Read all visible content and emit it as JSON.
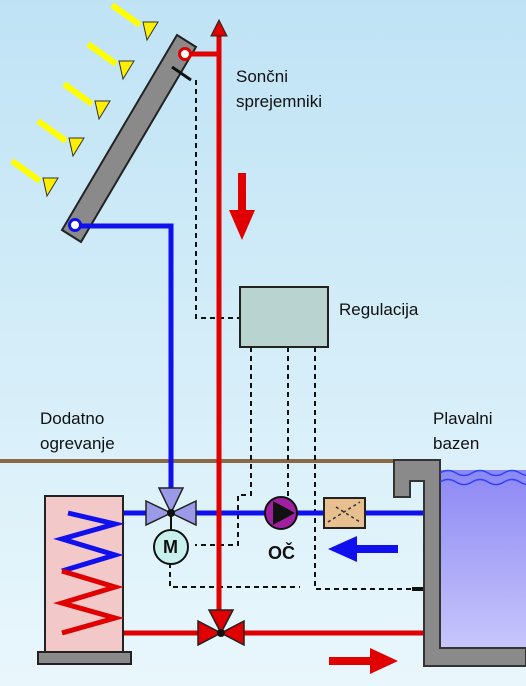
{
  "labels": {
    "collectors_line1": "Sončni",
    "collectors_line2": "sprejemniki",
    "regulation": "Regulacija",
    "aux_heating_line1": "Dodatno",
    "aux_heating_line2": "ogrevanje",
    "pool_line1": "Plavalni",
    "pool_line2": "bazen",
    "motor_valve": "M",
    "pump": "OČ"
  },
  "colors": {
    "sky_top": "#bfe3f5",
    "sky_bottom": "#e8f7fc",
    "ground_line": "#8a6a45",
    "hot_pipe": "#e00000",
    "cold_pipe": "#1010ee",
    "collector": "#8a8a8a",
    "sun_ray": "#ffff00",
    "controller_box": "#b9d4d0",
    "heater_body": "#f2c8c8",
    "pool_wall": "#8a8a8a",
    "pool_water": "#b8b4f8",
    "pump_body": "#a020a0",
    "filter_body": "#e8c090"
  }
}
